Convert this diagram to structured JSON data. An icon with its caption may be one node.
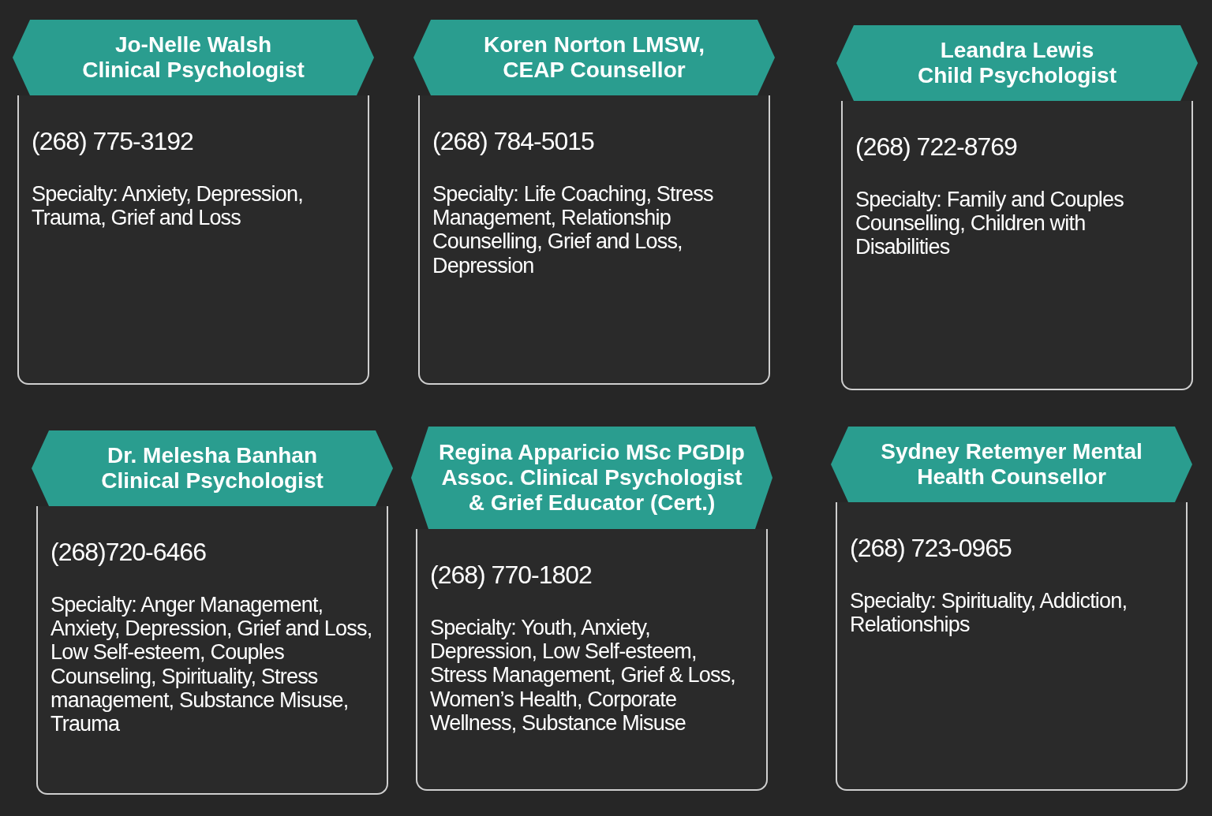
{
  "diagram": {
    "nodes": [
      {
        "text": [
          "Jo-Nelle Walsh Clinical Psychologist",
          "(268) 775-3192",
          "Specialty: Anxiety, Depression, Trauma, Grief and Loss"
        ]
      },
      {
        "text": [
          "Koren Norton LMSW, CEAP Counsellor",
          "(268) 784-5015",
          "Specialty: Life Coaching, Stress Management, Relationship Counselling, Grief and Loss, Depression"
        ]
      },
      {
        "text": [
          "Leandra Lewis Child Psychologist",
          "(268) 722-8769",
          "Specialty: Family and Couples Counselling, Children with Disabilities"
        ]
      },
      {
        "text": [
          "Dr. Melesha Banhan Clinical Psychologist",
          "(268)720-6466",
          "Specialty: Anger Management, Anxiety, Depression, Grief and Loss, Low Self-esteem, Couples Counseling, Spirituality, Stress management, Substance Misuse, Trauma"
        ]
      },
      {
        "text": [
          "Regina Apparicio MSc PGDIp Assoc. Clinical Psychologist & Grief Educator (Cert.)",
          "(268) 770-1802",
          "Specialty: Youth, Anxiety, Depression, Low Self-esteem, Stress Management, Grief & Loss, Women’s Health, Corporate Wellness, Substance Misuse"
        ]
      },
      {
        "text": [
          "Sydney Retemyer Mental Health Counsellor",
          "(268) 723-0965",
          "Specialty: Spirituality, Addiction, Relationships"
        ]
      }
    ]
  }
}
